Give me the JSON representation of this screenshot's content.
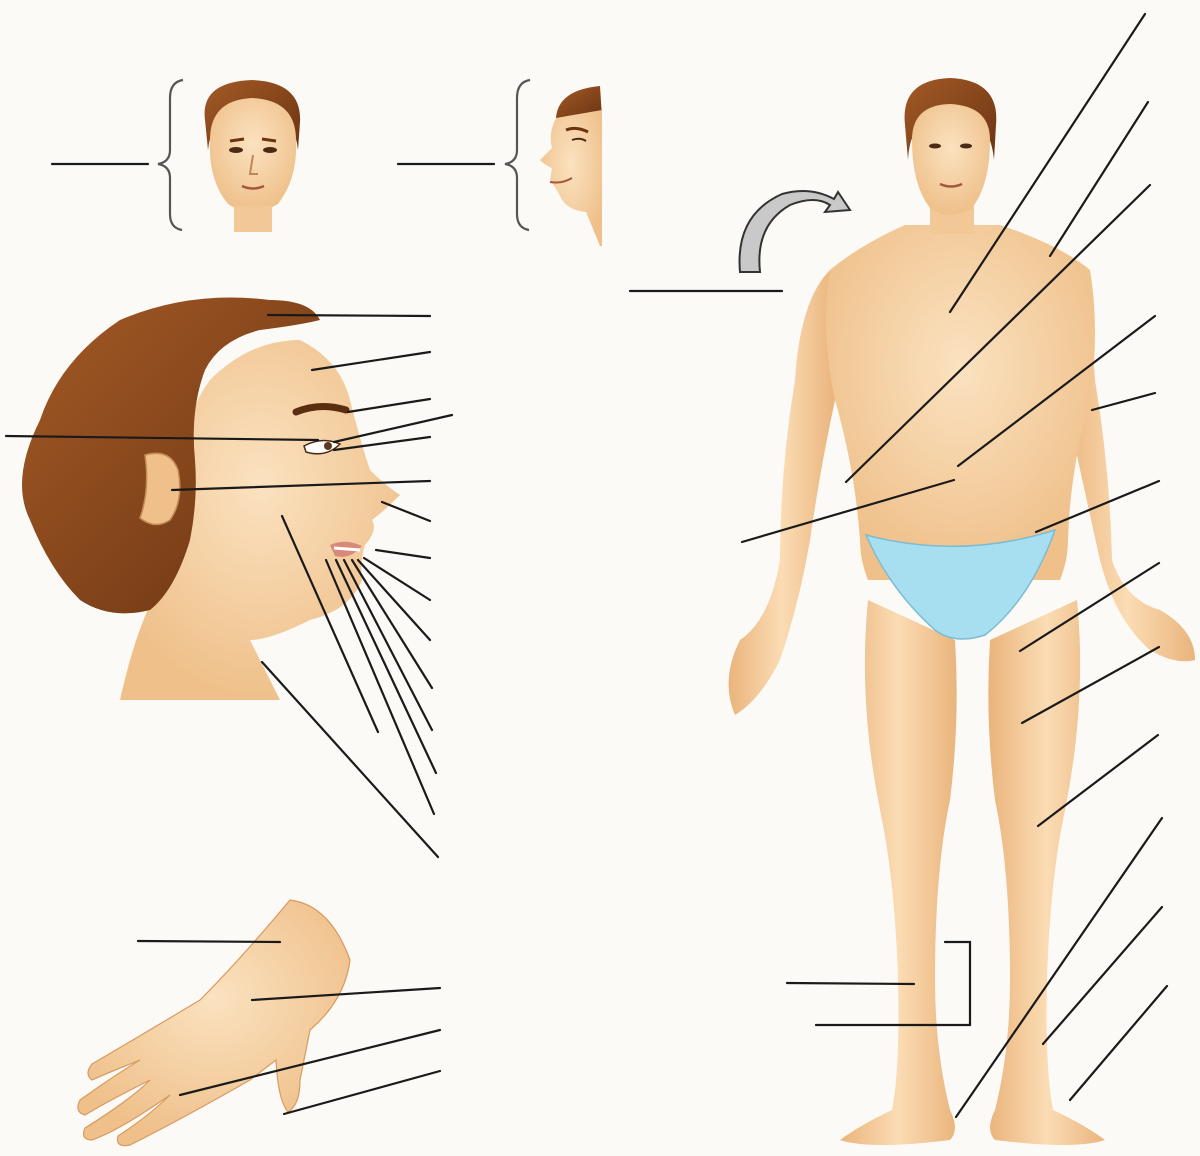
{
  "diagram": {
    "colors": {
      "paper": "#fbfaf6",
      "skin": "#f6d2a2",
      "skin_shadow": "#e8b27a",
      "hair": "#8a4a1e",
      "hair_dark": "#5c2e10",
      "briefs": "#a8dff0",
      "arrow": "#c9c9c9",
      "line": "#1a1a1a"
    },
    "panels": [
      {
        "id": "head-front",
        "kind": "face-frontal"
      },
      {
        "id": "head-side",
        "kind": "face-profile"
      },
      {
        "id": "head-large-profile",
        "kind": "head-profile-detailed"
      },
      {
        "id": "hand",
        "kind": "hand-dorsal"
      },
      {
        "id": "full-body",
        "kind": "body-anterior"
      }
    ],
    "labels": [
      {
        "group": "head-front",
        "text": ""
      },
      {
        "group": "head-side",
        "text": ""
      },
      {
        "group": "full-body-rotation",
        "text": ""
      },
      {
        "group": "head-large-profile",
        "items": 15
      },
      {
        "group": "hand",
        "items": 4
      },
      {
        "group": "full-body",
        "items": 14
      }
    ]
  }
}
